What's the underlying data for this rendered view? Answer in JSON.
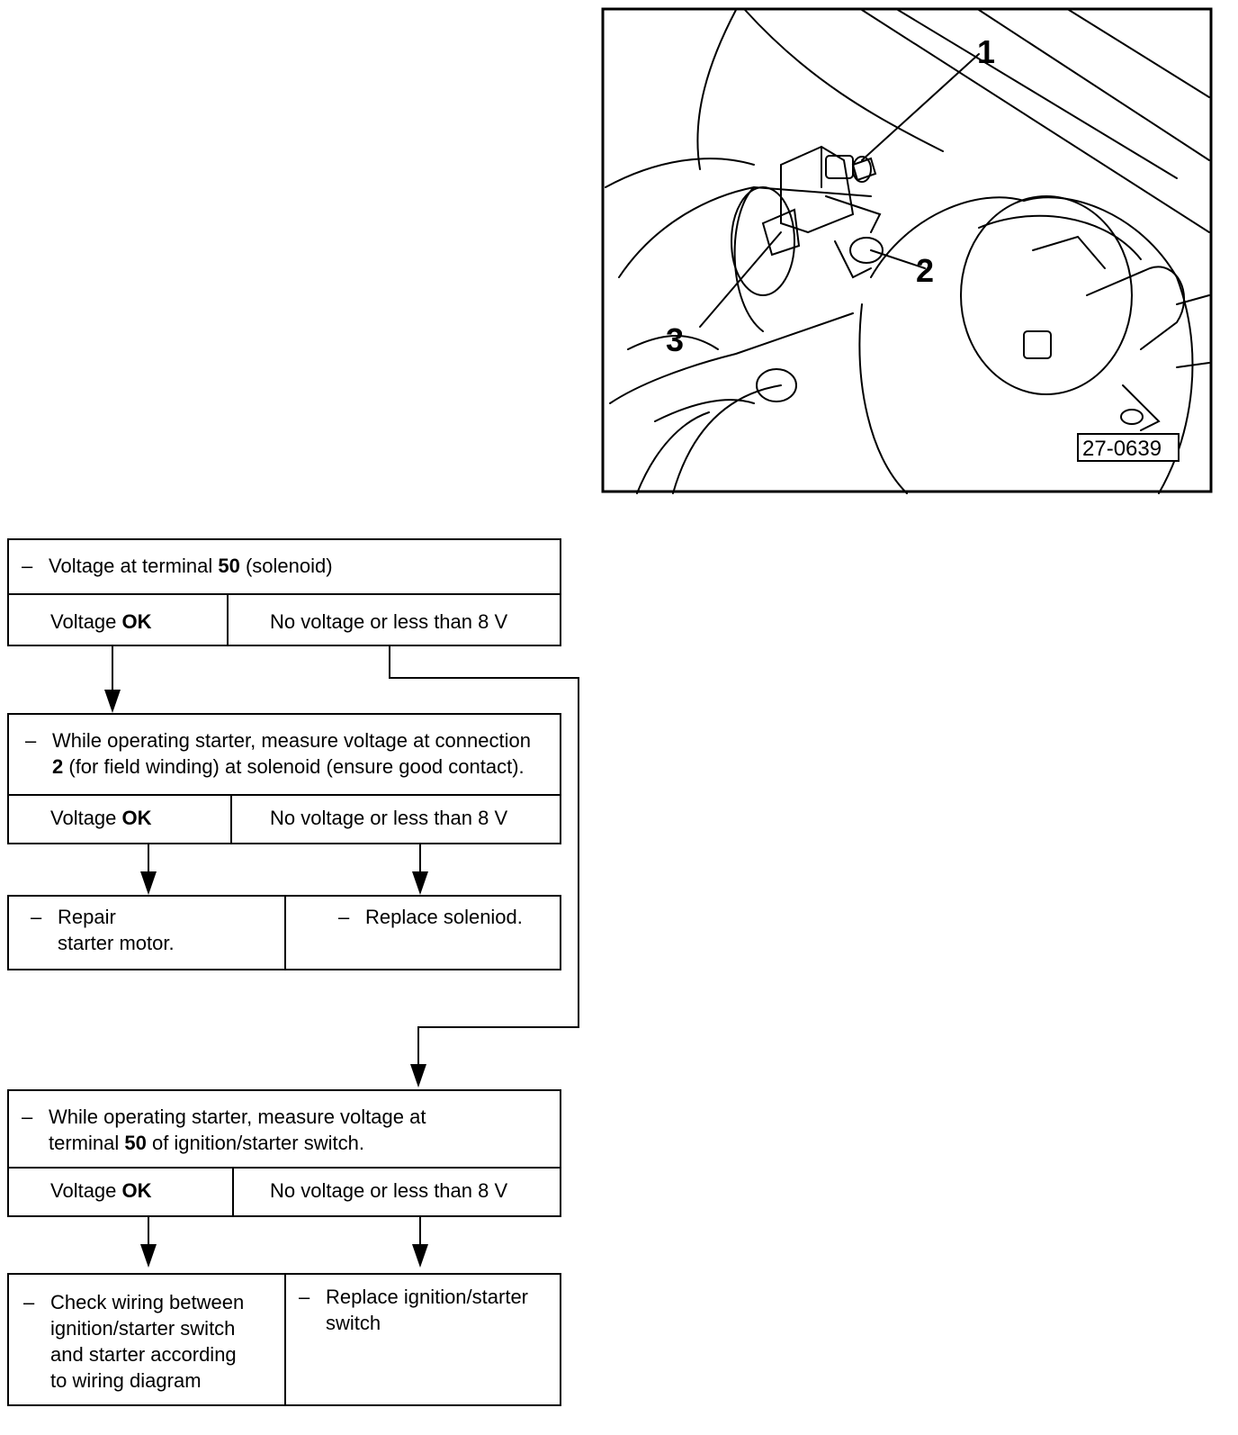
{
  "figure": {
    "callouts": [
      "1",
      "2",
      "3"
    ],
    "figure_id": "27-0639"
  },
  "flow": {
    "step1": {
      "prefix": "–",
      "text_a": "Voltage at terminal ",
      "text_bold": "50",
      "text_b": " (solenoid)",
      "ok_a": "Voltage ",
      "ok_bold": "OK",
      "fail": "No voltage or less than 8 V"
    },
    "step2": {
      "prefix": "–",
      "line1": "While operating starter, measure voltage at connection",
      "line2_bold": "2",
      "line2_rest": " (for field winding) at solenoid (ensure good contact).",
      "ok_a": "Voltage ",
      "ok_bold": "OK",
      "fail": "No voltage or less than 8 V"
    },
    "step2_results": {
      "left_prefix": "–",
      "left_line1": "Repair",
      "left_line2": "starter  motor.",
      "right_prefix": "–",
      "right": "Replace soleniod."
    },
    "step3": {
      "prefix": "–",
      "line1": "While operating starter, measure voltage at",
      "line2_a": "terminal ",
      "line2_bold": "50",
      "line2_b": " of ignition/starter switch.",
      "ok_a": "Voltage ",
      "ok_bold": "OK",
      "fail": "No voltage or less than 8 V"
    },
    "step3_results": {
      "left_prefix": "–",
      "left_lines": [
        "Check wiring between",
        "ignition/starter switch",
        "and starter according",
        "to wiring diagram"
      ],
      "right_prefix": "–",
      "right_lines": [
        "Replace ignition/starter",
        "switch"
      ]
    }
  }
}
